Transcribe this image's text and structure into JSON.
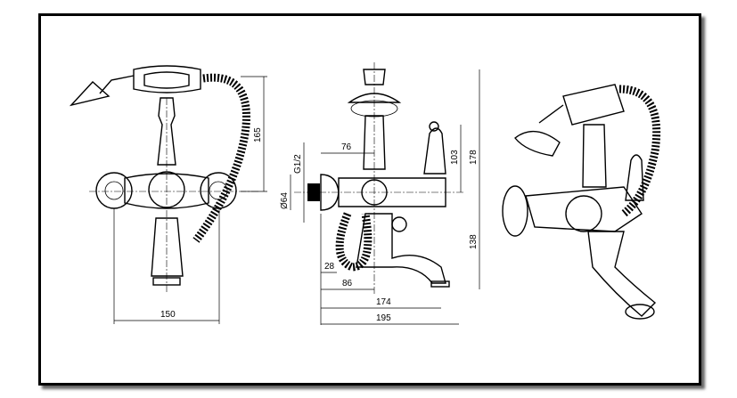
{
  "drawing": {
    "front_view": {
      "height_label": "165",
      "width_label": "150"
    },
    "side_view": {
      "thread_label": "G1/2",
      "diameter_label": "Ø64",
      "offset_label": "76",
      "handle_height_label": "103",
      "total_height_label": "178",
      "spout_drop_label": "138",
      "wall_offset_label": "28",
      "spout_base_label": "86",
      "spout_reach_label": "174",
      "total_depth_label": "195"
    }
  }
}
